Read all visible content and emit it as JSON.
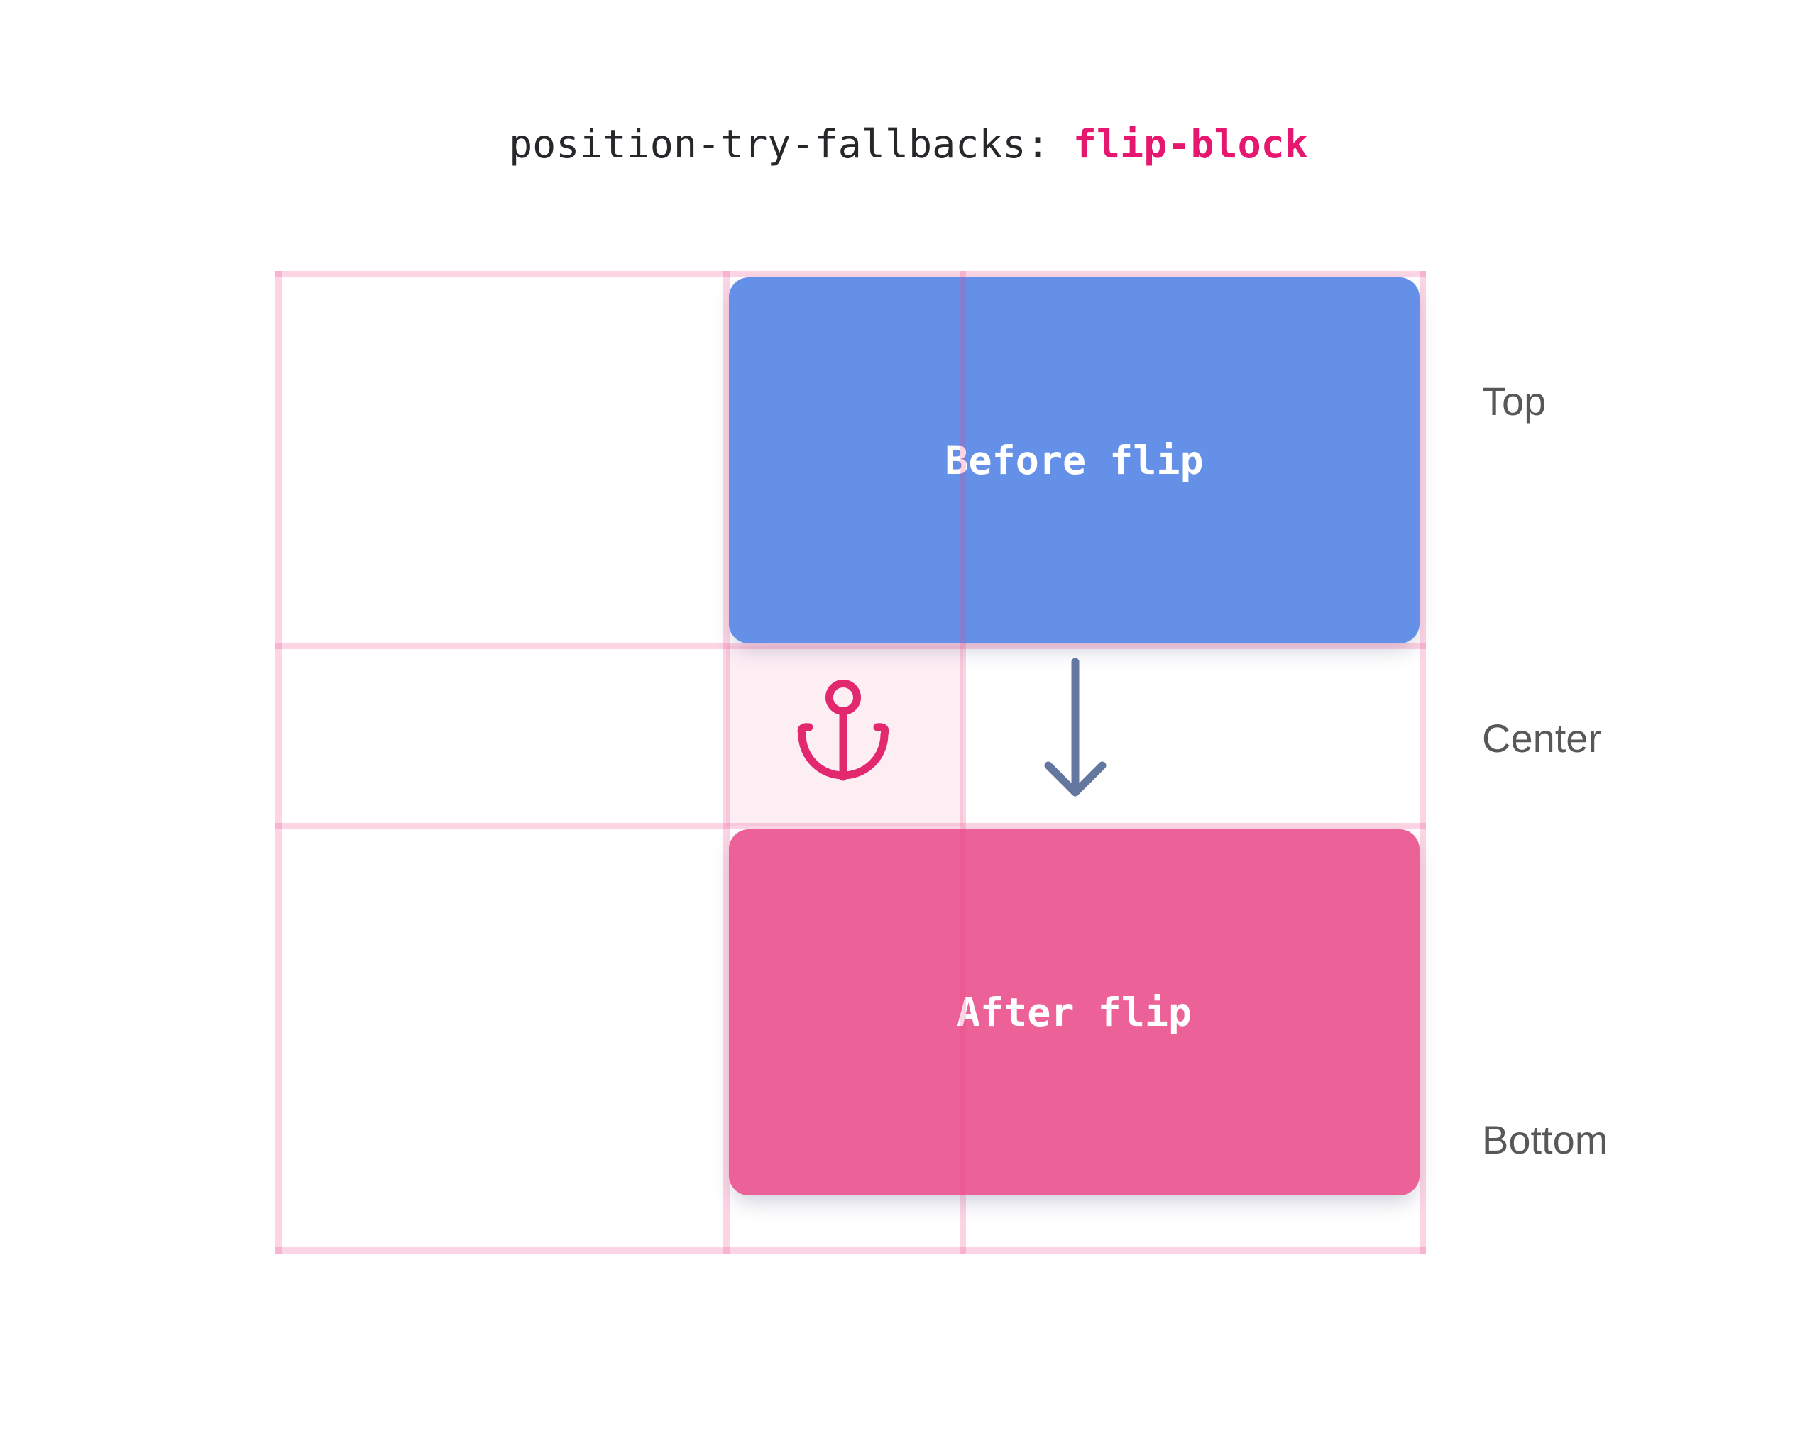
{
  "title": {
    "property": "position-try-fallbacks: ",
    "value": "flip-block"
  },
  "grid": {
    "row_labels": [
      "Top",
      "Center",
      "Bottom"
    ],
    "rows": 3,
    "columns": 3
  },
  "boxes": {
    "before_label": "Before flip",
    "after_label": "After flip"
  },
  "icons": {
    "anchor": "anchor-icon",
    "arrow_down": "arrow-down-icon"
  },
  "colors": {
    "title_dark": "#27272b",
    "accent_pink": "#e5176e",
    "box_blue": "#6590e8",
    "box_pink": "#ec6198",
    "anchor_pink": "#e2286e",
    "arrow_slate": "#64779e",
    "grid_line_pink": "rgba(236,64,130,0.22)",
    "anchor_cell_bg": "rgba(236,64,130,0.09)",
    "label_gray": "#58585a"
  }
}
